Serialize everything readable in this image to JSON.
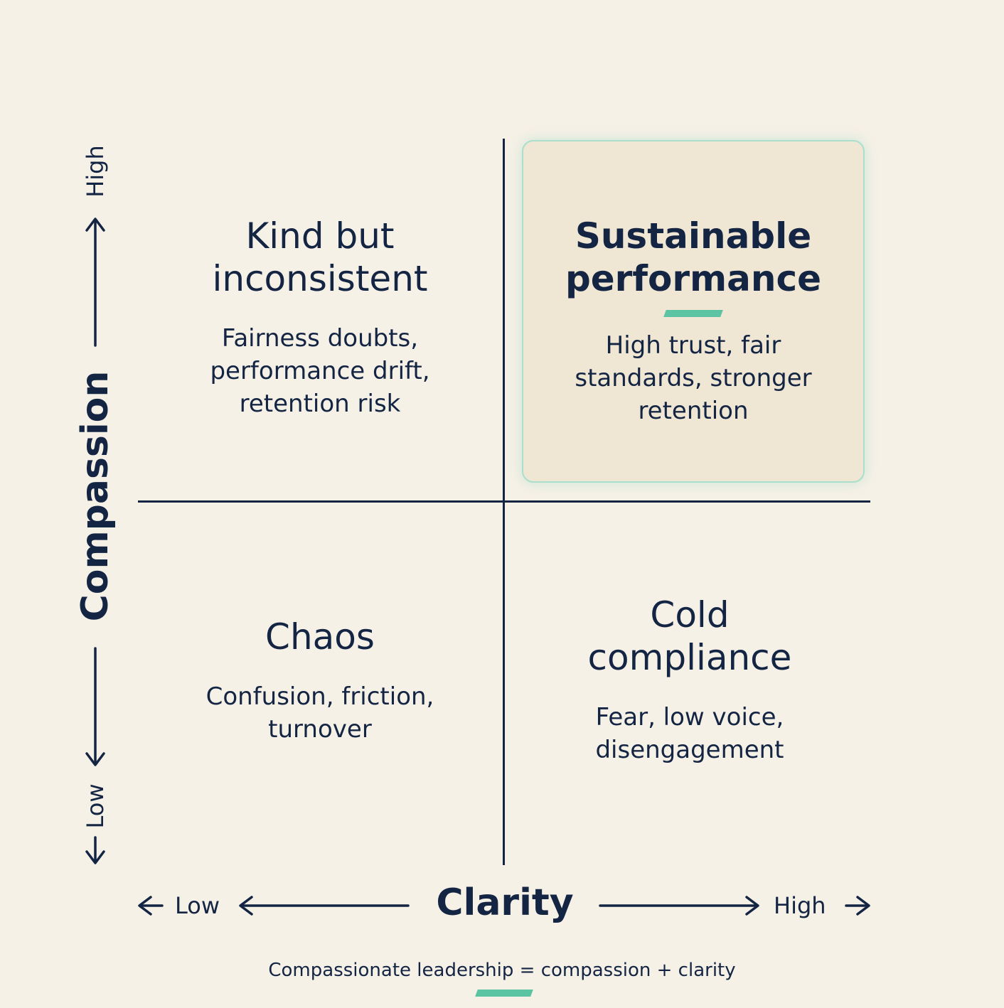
{
  "quadrants": {
    "top_left": {
      "title": "Kind but\ninconsistent",
      "description": "Fairness doubts,\nperformance drift,\nretention risk"
    },
    "top_right": {
      "title": "Sustainable\nperformance",
      "description": "High trust, fair\nstandards, stronger\nretention"
    },
    "bottom_left": {
      "title": "Chaos",
      "description": "Confusion, friction,\nturnover"
    },
    "bottom_right": {
      "title": "Cold\ncompliance",
      "description": "Fear, low voice,\ndisengagement"
    }
  },
  "y_axis": {
    "title": "Compassion",
    "high_label": "High",
    "low_label": "Low"
  },
  "x_axis": {
    "title": "Clarity",
    "low_label": "Low",
    "high_label": "High"
  },
  "footer": "Compassionate leadership = compassion + clarity",
  "colors": {
    "ink": "#142544",
    "accent": "#5cc3a3",
    "highlight_fill": "#efe6d3",
    "background": "#f6f1e7"
  }
}
